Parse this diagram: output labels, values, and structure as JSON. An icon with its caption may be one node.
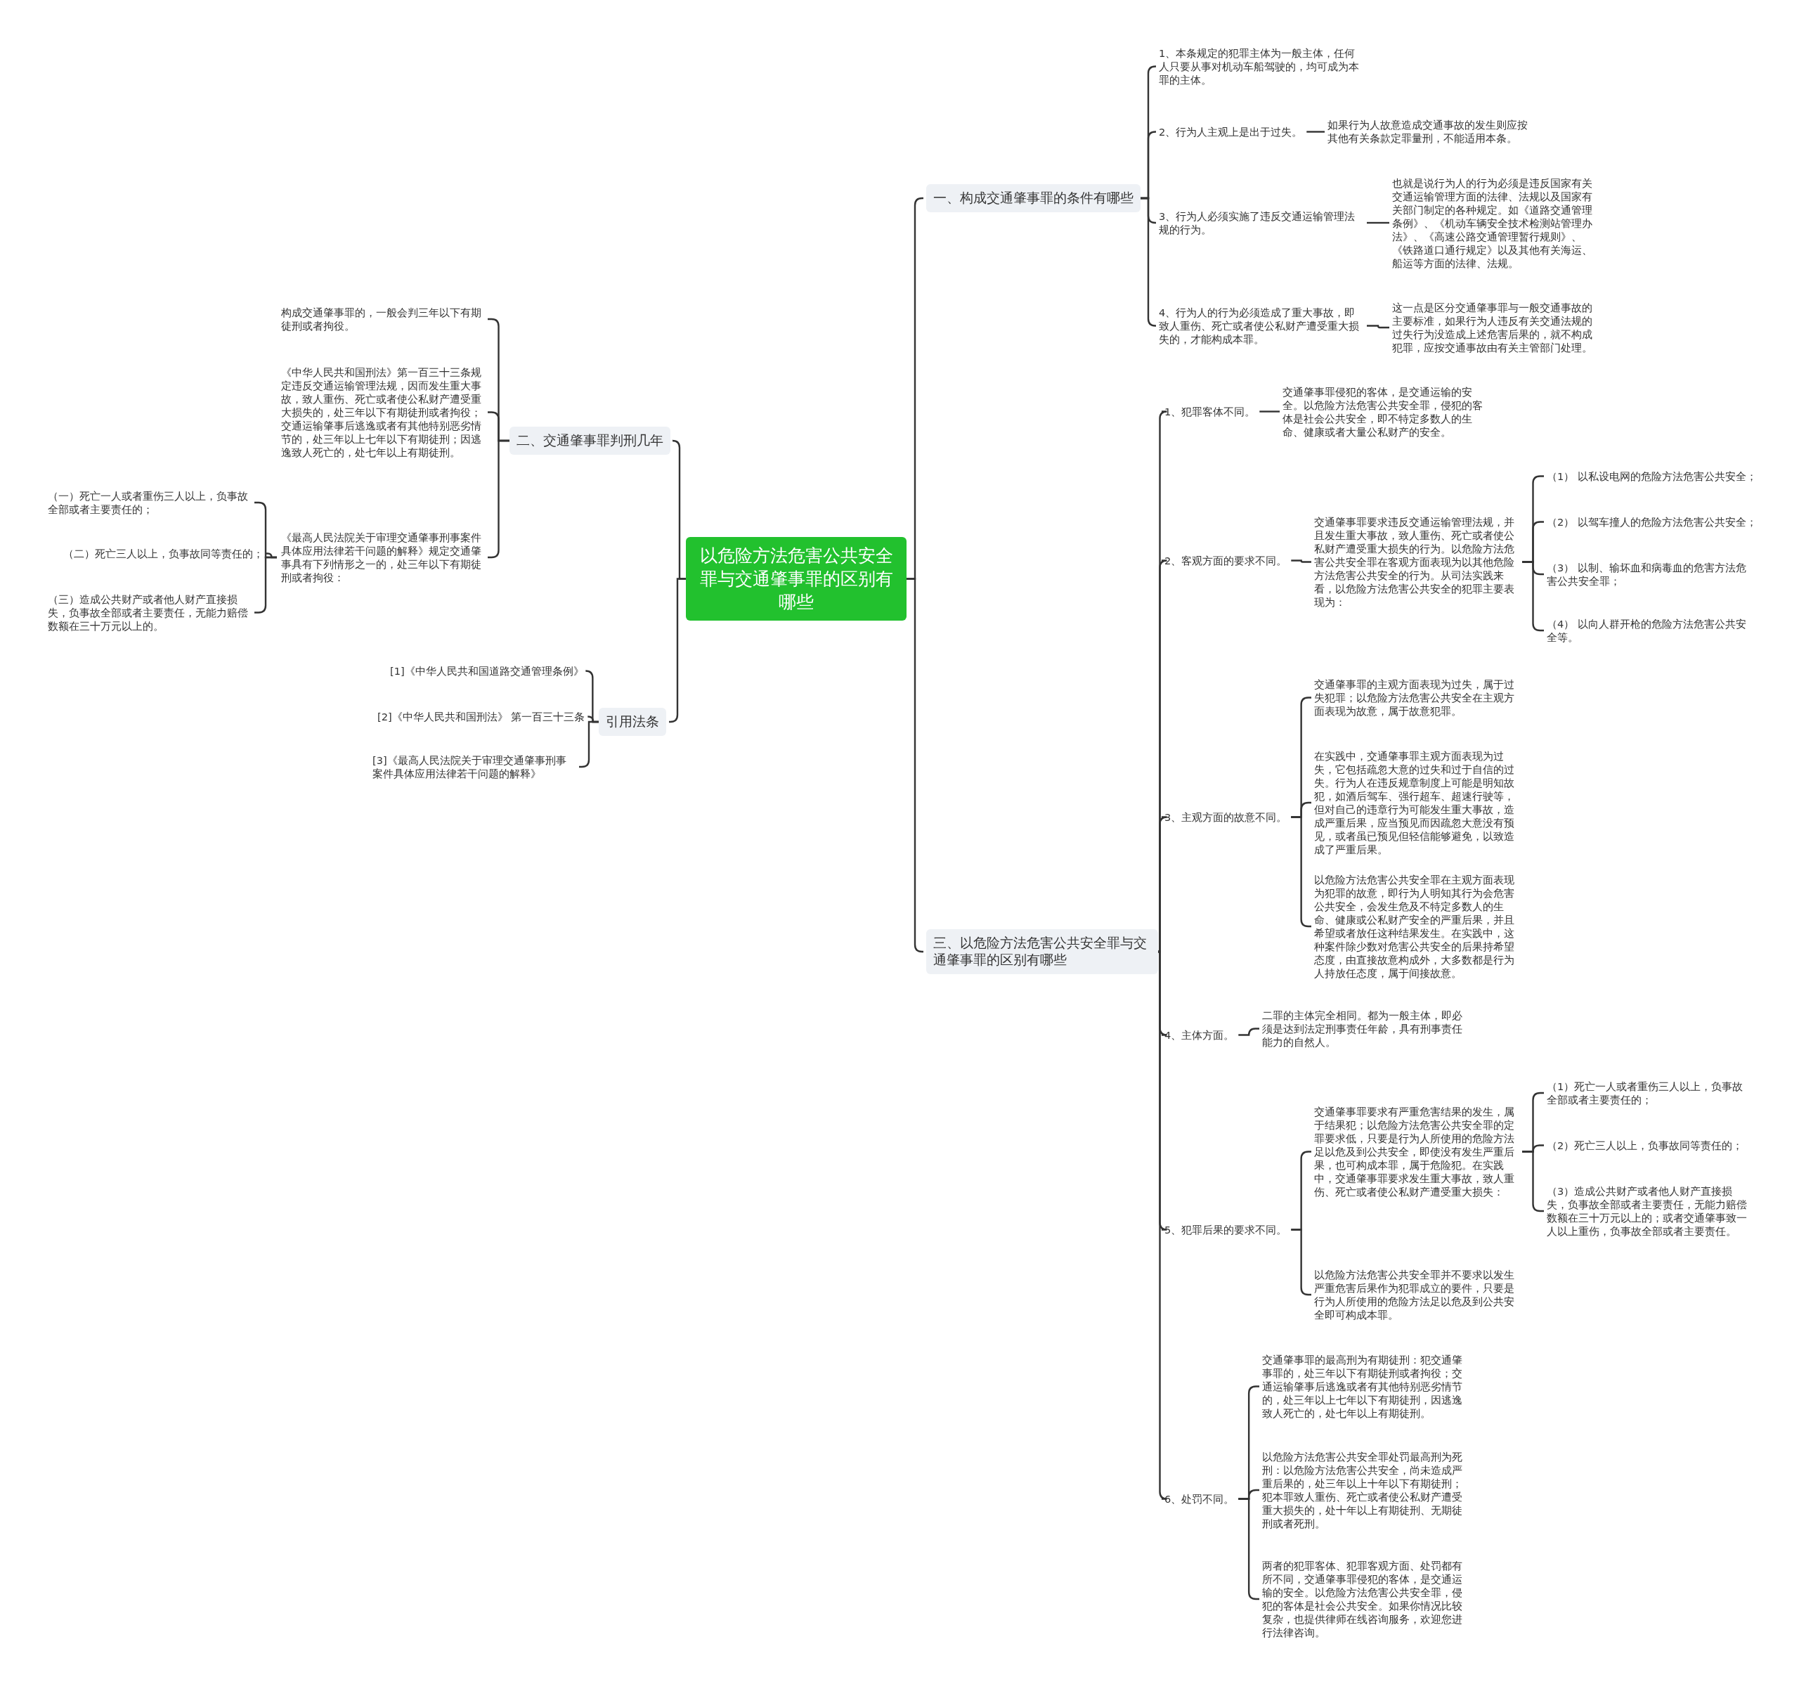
{
  "diagram": {
    "nodes": [
      {
        "text": [
          "以危险方法危害公共安全罪与交通肇事罪的区别有哪些"
        ]
      },
      {
        "text": [
          "一、构成交通肇事罪的条件有哪些"
        ]
      },
      {
        "text": [
          "1、本条规定的犯罪主体为一般主体，任何人只要从事对机动车船驾驶的，均可成为本罪的主体。"
        ]
      },
      {
        "text": [
          "2、行为人主观上是出于过失。"
        ]
      },
      {
        "text": [
          "如果行为人故意造成交通事故的发生则应按其他有关条款定罪量刑，不能适用本条。"
        ]
      },
      {
        "text": [
          "3、行为人必须实施了违反交通运输管理法规的行为。"
        ]
      },
      {
        "text": [
          "也就是说行为人的行为必须是违反国家有关交通运输管理方面的法律、法规以及国家有关部门制定的各种规定。如《道路交通管理条例》、《机动车辆安全技术检测站管理办法》、《高速公路交通管理暂行规则》、《铁路道口通行规定》以及其他有关海运、船运等方面的法律、法规。"
        ]
      },
      {
        "text": [
          "4、行为人的行为必须造成了重大事故，即致人重伤、死亡或者使公私财产遭受重大损失的，才能构成本罪。"
        ]
      },
      {
        "text": [
          "这一点是区分交通肇事罪与一般交通事故的主要标准，如果行为人违反有关交通法规的过失行为没造成上述危害后果的，就不构成犯罪，应按交通事故由有关主管部门处理。"
        ]
      },
      {
        "text": [
          "二、交通肇事罪判刑几年"
        ]
      },
      {
        "text": [
          "构成交通肇事罪的，一般会判三年以下有期徒刑或者拘役。"
        ]
      },
      {
        "text": [
          "《中华人民共和国刑法》第一百三十三条规定违反交通运输管理法规，因而发生重大事故，致人重伤、死亡或者使公私财产遭受重大损失的，处三年以下有期徒刑或者拘役；交通运输肇事后逃逸或者有其他特别恶劣情节的，处三年以上七年以下有期徒刑；因逃逸致人死亡的，处七年以上有期徒刑。"
        ]
      },
      {
        "text": [
          "《最高人民法院关于审理交通肇事刑事案件具体应用法律若干问题的解释》规定交通肇事具有下列情形之一的，处三年以下有期徒刑或者拘役："
        ]
      },
      {
        "text": [
          "（一）死亡一人或者重伤三人以上，负事故全部或者主要责任的；"
        ]
      },
      {
        "text": [
          "（二）死亡三人以上，负事故同等责任的；"
        ]
      },
      {
        "text": [
          "（三）造成公共财产或者他人财产直接损失，负事故全部或者主要责任，无能力赔偿数额在三十万元以上的。"
        ]
      },
      {
        "text": [
          "引用法条"
        ]
      },
      {
        "text": [
          "[1]《中华人民共和国道路交通管理条例》"
        ]
      },
      {
        "text": [
          "[2]《中华人民共和国刑法》 第一百三十三条"
        ]
      },
      {
        "text": [
          "[3]《最高人民法院关于审理交通肇事刑事案件具体应用法律若干问题的解释》"
        ]
      },
      {
        "text": [
          "三、以危险方法危害公共安全罪与交通肇事罪的区别有哪些"
        ]
      },
      {
        "text": [
          "1、犯罪客体不同。"
        ]
      },
      {
        "text": [
          "交通肇事罪侵犯的客体，是交通运输的安全。以危险方法危害公共安全罪，侵犯的客体是社会公共安全，即不特定多数人的生命、健康或者大量公私财产的安全。"
        ]
      },
      {
        "text": [
          "2、客观方面的要求不同。"
        ]
      },
      {
        "text": [
          "交通肇事罪要求违反交通运输管理法规，并且发生重大事故，致人重伤、死亡或者使公私财产遭受重大损失的行为。以危险方法危害公共安全罪在客观方面表现为以其他危险方法危害公共安全的行为。从司法实践来看，以危险方法危害公共安全的犯罪主要表现为："
        ]
      },
      {
        "text": [
          "（1） 以私设电网的危险方法危害公共安全；"
        ]
      },
      {
        "text": [
          "（2） 以驾车撞人的危险方法危害公共安全；"
        ]
      },
      {
        "text": [
          "（3） 以制、输坏血和病毒血的危害方法危害公共安全罪；"
        ]
      },
      {
        "text": [
          "（4） 以向人群开枪的危险方法危害公共安全等。"
        ]
      },
      {
        "text": [
          "3、主观方面的故意不同。"
        ]
      },
      {
        "text": [
          "交通肇事罪的主观方面表现为过失，属于过失犯罪；以危险方法危害公共安全在主观方面表现为故意，属于故意犯罪。"
        ]
      },
      {
        "text": [
          "在实践中，交通肇事罪主观方面表现为过失，它包括疏忽大意的过失和过于自信的过失。行为人在违反规章制度上可能是明知故犯，如酒后驾车、强行超车、超速行驶等，但对自己的违章行为可能发生重大事故，造成严重后果，应当预见而因疏忽大意没有预见，或者虽已预见但轻信能够避免，以致造成了严重后果。"
        ]
      },
      {
        "text": [
          "以危险方法危害公共安全罪在主观方面表现为犯罪的故意，即行为人明知其行为会危害公共安全，会发生危及不特定多数人的生命、健康或公私财产安全的严重后果，并且希望或者放任这种结果发生。在实践中，这种案件除少数对危害公共安全的后果持希望态度，由直接故意构成外，大多数都是行为人持放任态度，属于间接故意。"
        ]
      },
      {
        "text": [
          "4、主体方面。"
        ]
      },
      {
        "text": [
          "二罪的主体完全相同。都为一般主体，即必须是达到法定刑事责任年龄，具有刑事责任能力的自然人。"
        ]
      },
      {
        "text": [
          "5、犯罪后果的要求不同。"
        ]
      },
      {
        "text": [
          "交通肇事罪要求有严重危害结果的发生，属于结果犯；以危险方法危害公共安全罪的定罪要求低，只要是行为人所使用的危险方法足以危及到公共安全，即使没有发生严重后果，也可构成本罪，属于危险犯。在实践中，交通肇事罪要求发生重大事故，致人重伤、死亡或者使公私财产遭受重大损失："
        ]
      },
      {
        "text": [
          "以危险方法危害公共安全罪并不要求以发生严重危害后果作为犯罪成立的要件，只要是行为人所使用的危险方法足以危及到公共安全即可构成本罪。"
        ]
      },
      {
        "text": [
          "（1）死亡一人或者重伤三人以上，负事故全部或者主要责任的；"
        ]
      },
      {
        "text": [
          "（2）死亡三人以上，负事故同等责任的；"
        ]
      },
      {
        "text": [
          "（3）造成公共财产或者他人财产直接损失，负事故全部或者主要责任，无能力赔偿数额在三十万元以上的；或者交通肇事致一人以上重伤，负事故全部或者主要责任。"
        ]
      },
      {
        "text": [
          "6、处罚不同。"
        ]
      },
      {
        "text": [
          "交通肇事罪的最高刑为有期徒刑：犯交通肇事罪的，处三年以下有期徒刑或者拘役；交通运输肇事后逃逸或者有其他特别恶劣情节的，处三年以上七年以下有期徒刑，因逃逸致人死亡的，处七年以上有期徒刑。"
        ]
      },
      {
        "text": [
          "以危险方法危害公共安全罪处罚最高刑为死刑：以危险方法危害公共安全，尚未造成严重后果的，处三年以上十年以下有期徒刑；犯本罪致人重伤、死亡或者使公私财产遭受重大损失的，处十年以上有期徒刑、无期徒刑或者死刑。"
        ]
      },
      {
        "text": [
          "两者的犯罪客体、犯罪客观方面、处罚都有所不同，交通肇事罪侵犯的客体，是交通运输的安全。以危险方法危害公共安全罪，侵犯的客体是社会公共安全。如果你情况比较复杂，也提供律师在线咨询服务，欢迎您进行法律咨询。"
        ]
      }
    ],
    "edges": [
      {
        "from": 0,
        "to": 1,
        "arrow": "none"
      },
      {
        "from": 1,
        "to": 2,
        "arrow": "none"
      },
      {
        "from": 1,
        "to": 3,
        "arrow": "none"
      },
      {
        "from": 1,
        "to": 5,
        "arrow": "none"
      },
      {
        "from": 1,
        "to": 7,
        "arrow": "none"
      },
      {
        "from": 3,
        "to": 4,
        "arrow": "none"
      },
      {
        "from": 5,
        "to": 6,
        "arrow": "none"
      },
      {
        "from": 7,
        "to": 8,
        "arrow": "none"
      },
      {
        "from": 0,
        "to": 9,
        "arrow": "none"
      },
      {
        "from": 9,
        "to": 10,
        "arrow": "none"
      },
      {
        "from": 9,
        "to": 11,
        "arrow": "none"
      },
      {
        "from": 9,
        "to": 12,
        "arrow": "none"
      },
      {
        "from": 12,
        "to": 13,
        "arrow": "none"
      },
      {
        "from": 12,
        "to": 14,
        "arrow": "none"
      },
      {
        "from": 12,
        "to": 15,
        "arrow": "none"
      },
      {
        "from": 0,
        "to": 16,
        "arrow": "none"
      },
      {
        "from": 16,
        "to": 17,
        "arrow": "none"
      },
      {
        "from": 16,
        "to": 18,
        "arrow": "none"
      },
      {
        "from": 16,
        "to": 19,
        "arrow": "none"
      },
      {
        "from": 0,
        "to": 20,
        "arrow": "none"
      },
      {
        "from": 20,
        "to": 21,
        "arrow": "none"
      },
      {
        "from": 20,
        "to": 23,
        "arrow": "none"
      },
      {
        "from": 20,
        "to": 29,
        "arrow": "none"
      },
      {
        "from": 20,
        "to": 33,
        "arrow": "none"
      },
      {
        "from": 20,
        "to": 35,
        "arrow": "none"
      },
      {
        "from": 20,
        "to": 41,
        "arrow": "none"
      },
      {
        "from": 21,
        "to": 22,
        "arrow": "none"
      },
      {
        "from": 23,
        "to": 24,
        "arrow": "none"
      },
      {
        "from": 24,
        "to": 25,
        "arrow": "none"
      },
      {
        "from": 24,
        "to": 26,
        "arrow": "none"
      },
      {
        "from": 24,
        "to": 27,
        "arrow": "none"
      },
      {
        "from": 24,
        "to": 28,
        "arrow": "none"
      },
      {
        "from": 29,
        "to": 30,
        "arrow": "none"
      },
      {
        "from": 29,
        "to": 31,
        "arrow": "none"
      },
      {
        "from": 29,
        "to": 32,
        "arrow": "none"
      },
      {
        "from": 33,
        "to": 34,
        "arrow": "none"
      },
      {
        "from": 35,
        "to": 36,
        "arrow": "none"
      },
      {
        "from": 35,
        "to": 37,
        "arrow": "none"
      },
      {
        "from": 36,
        "to": 38,
        "arrow": "none"
      },
      {
        "from": 36,
        "to": 39,
        "arrow": "none"
      },
      {
        "from": 36,
        "to": 40,
        "arrow": "none"
      },
      {
        "from": 41,
        "to": 42,
        "arrow": "none"
      },
      {
        "from": 41,
        "to": 43,
        "arrow": "none"
      },
      {
        "from": 41,
        "to": 44,
        "arrow": "none"
      }
    ]
  }
}
